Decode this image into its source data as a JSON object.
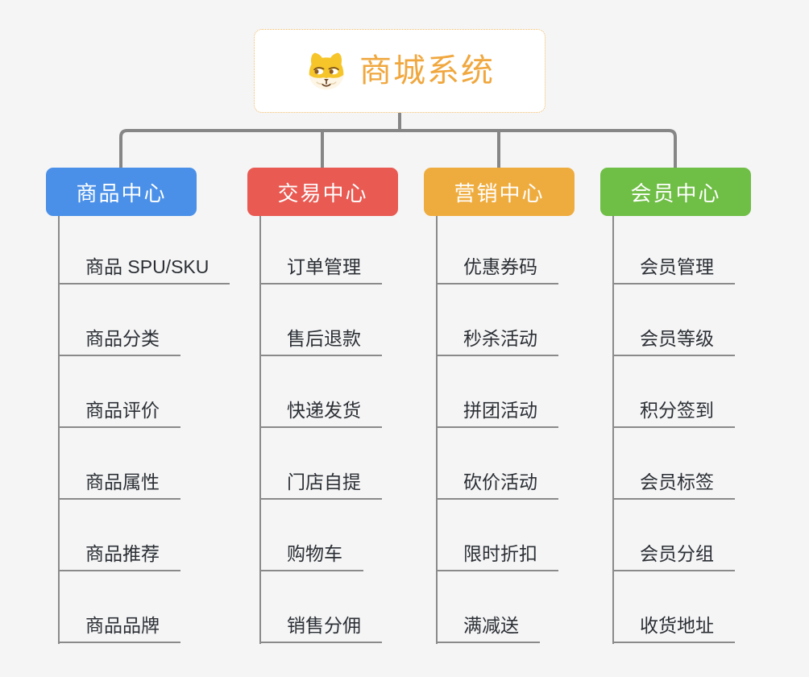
{
  "root": {
    "title": "商城系统",
    "icon": "dog-icon",
    "title_color": "#F0A73E",
    "border_color": "#F1BB67"
  },
  "line_color": "#868686",
  "leaf_line_color": "#8A8A8A",
  "branches": [
    {
      "label": "商品中心",
      "color": "#4A90E8",
      "children": [
        "商品 SPU/SKU",
        "商品分类",
        "商品评价",
        "商品属性",
        "商品推荐",
        "商品品牌"
      ]
    },
    {
      "label": "交易中心",
      "color": "#E85A52",
      "children": [
        "订单管理",
        "售后退款",
        "快递发货",
        "门店自提",
        "购物车",
        "销售分佣"
      ]
    },
    {
      "label": "营销中心",
      "color": "#EFAC3E",
      "children": [
        "优惠券码",
        "秒杀活动",
        "拼团活动",
        "砍价活动",
        "限时折扣",
        "满减送"
      ]
    },
    {
      "label": "会员中心",
      "color": "#6FBE45",
      "children": [
        "会员管理",
        "会员等级",
        "积分签到",
        "会员标签",
        "会员分组",
        "收货地址"
      ]
    }
  ]
}
